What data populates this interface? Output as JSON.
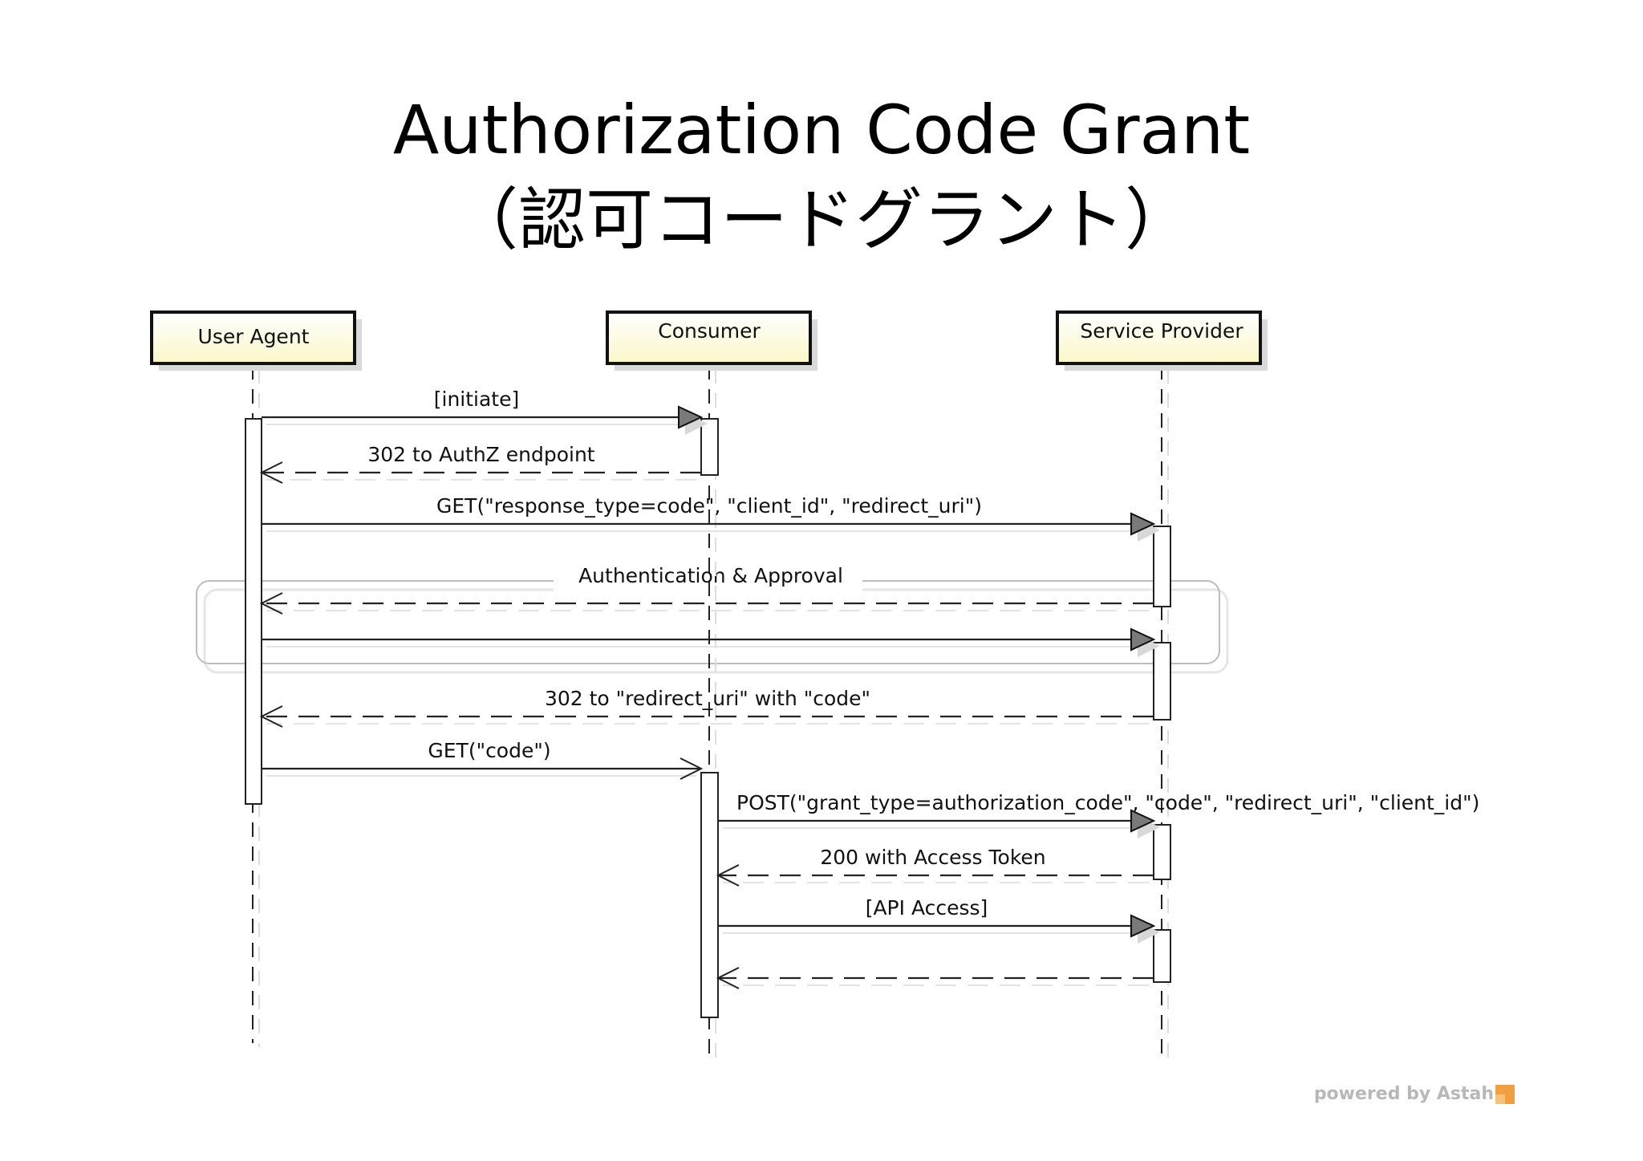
{
  "title": {
    "line1": "Authorization Code Grant",
    "line2": "（認可コードグラント）"
  },
  "lifelines": [
    {
      "id": "user_agent",
      "label": "User Agent"
    },
    {
      "id": "consumer",
      "label": "Consumer"
    },
    {
      "id": "service_provider",
      "label": "Service Provider"
    }
  ],
  "fragment": {
    "label": "Authentication & Approval"
  },
  "messages": [
    {
      "from": "user_agent",
      "to": "consumer",
      "kind": "sync",
      "label": "[initiate]"
    },
    {
      "from": "consumer",
      "to": "user_agent",
      "kind": "reply",
      "label": "302 to AuthZ endpoint"
    },
    {
      "from": "user_agent",
      "to": "service_provider",
      "kind": "sync",
      "label": "GET(\"response_type=code\", \"client_id\", \"redirect_uri\")"
    },
    {
      "from": "service_provider",
      "to": "user_agent",
      "kind": "reply",
      "label": ""
    },
    {
      "from": "user_agent",
      "to": "service_provider",
      "kind": "sync",
      "label": ""
    },
    {
      "from": "service_provider",
      "to": "user_agent",
      "kind": "reply",
      "label": "302 to \"redirect_uri\" with \"code\""
    },
    {
      "from": "user_agent",
      "to": "consumer",
      "kind": "async",
      "label": "GET(\"code\")"
    },
    {
      "from": "consumer",
      "to": "service_provider",
      "kind": "sync",
      "label": "POST(\"grant_type=authorization_code\", \"code\", \"redirect_uri\", \"client_id\")"
    },
    {
      "from": "service_provider",
      "to": "consumer",
      "kind": "reply",
      "label": "200 with Access Token"
    },
    {
      "from": "consumer",
      "to": "service_provider",
      "kind": "sync",
      "label": "[API Access]"
    },
    {
      "from": "service_provider",
      "to": "consumer",
      "kind": "reply",
      "label": ""
    }
  ],
  "footer": {
    "brand": "powered by Astah"
  },
  "colors": {
    "header_fill": "#ffffd8",
    "header_border": "#111111",
    "line": "#222222",
    "fragment_border": "#bdbdbd"
  }
}
